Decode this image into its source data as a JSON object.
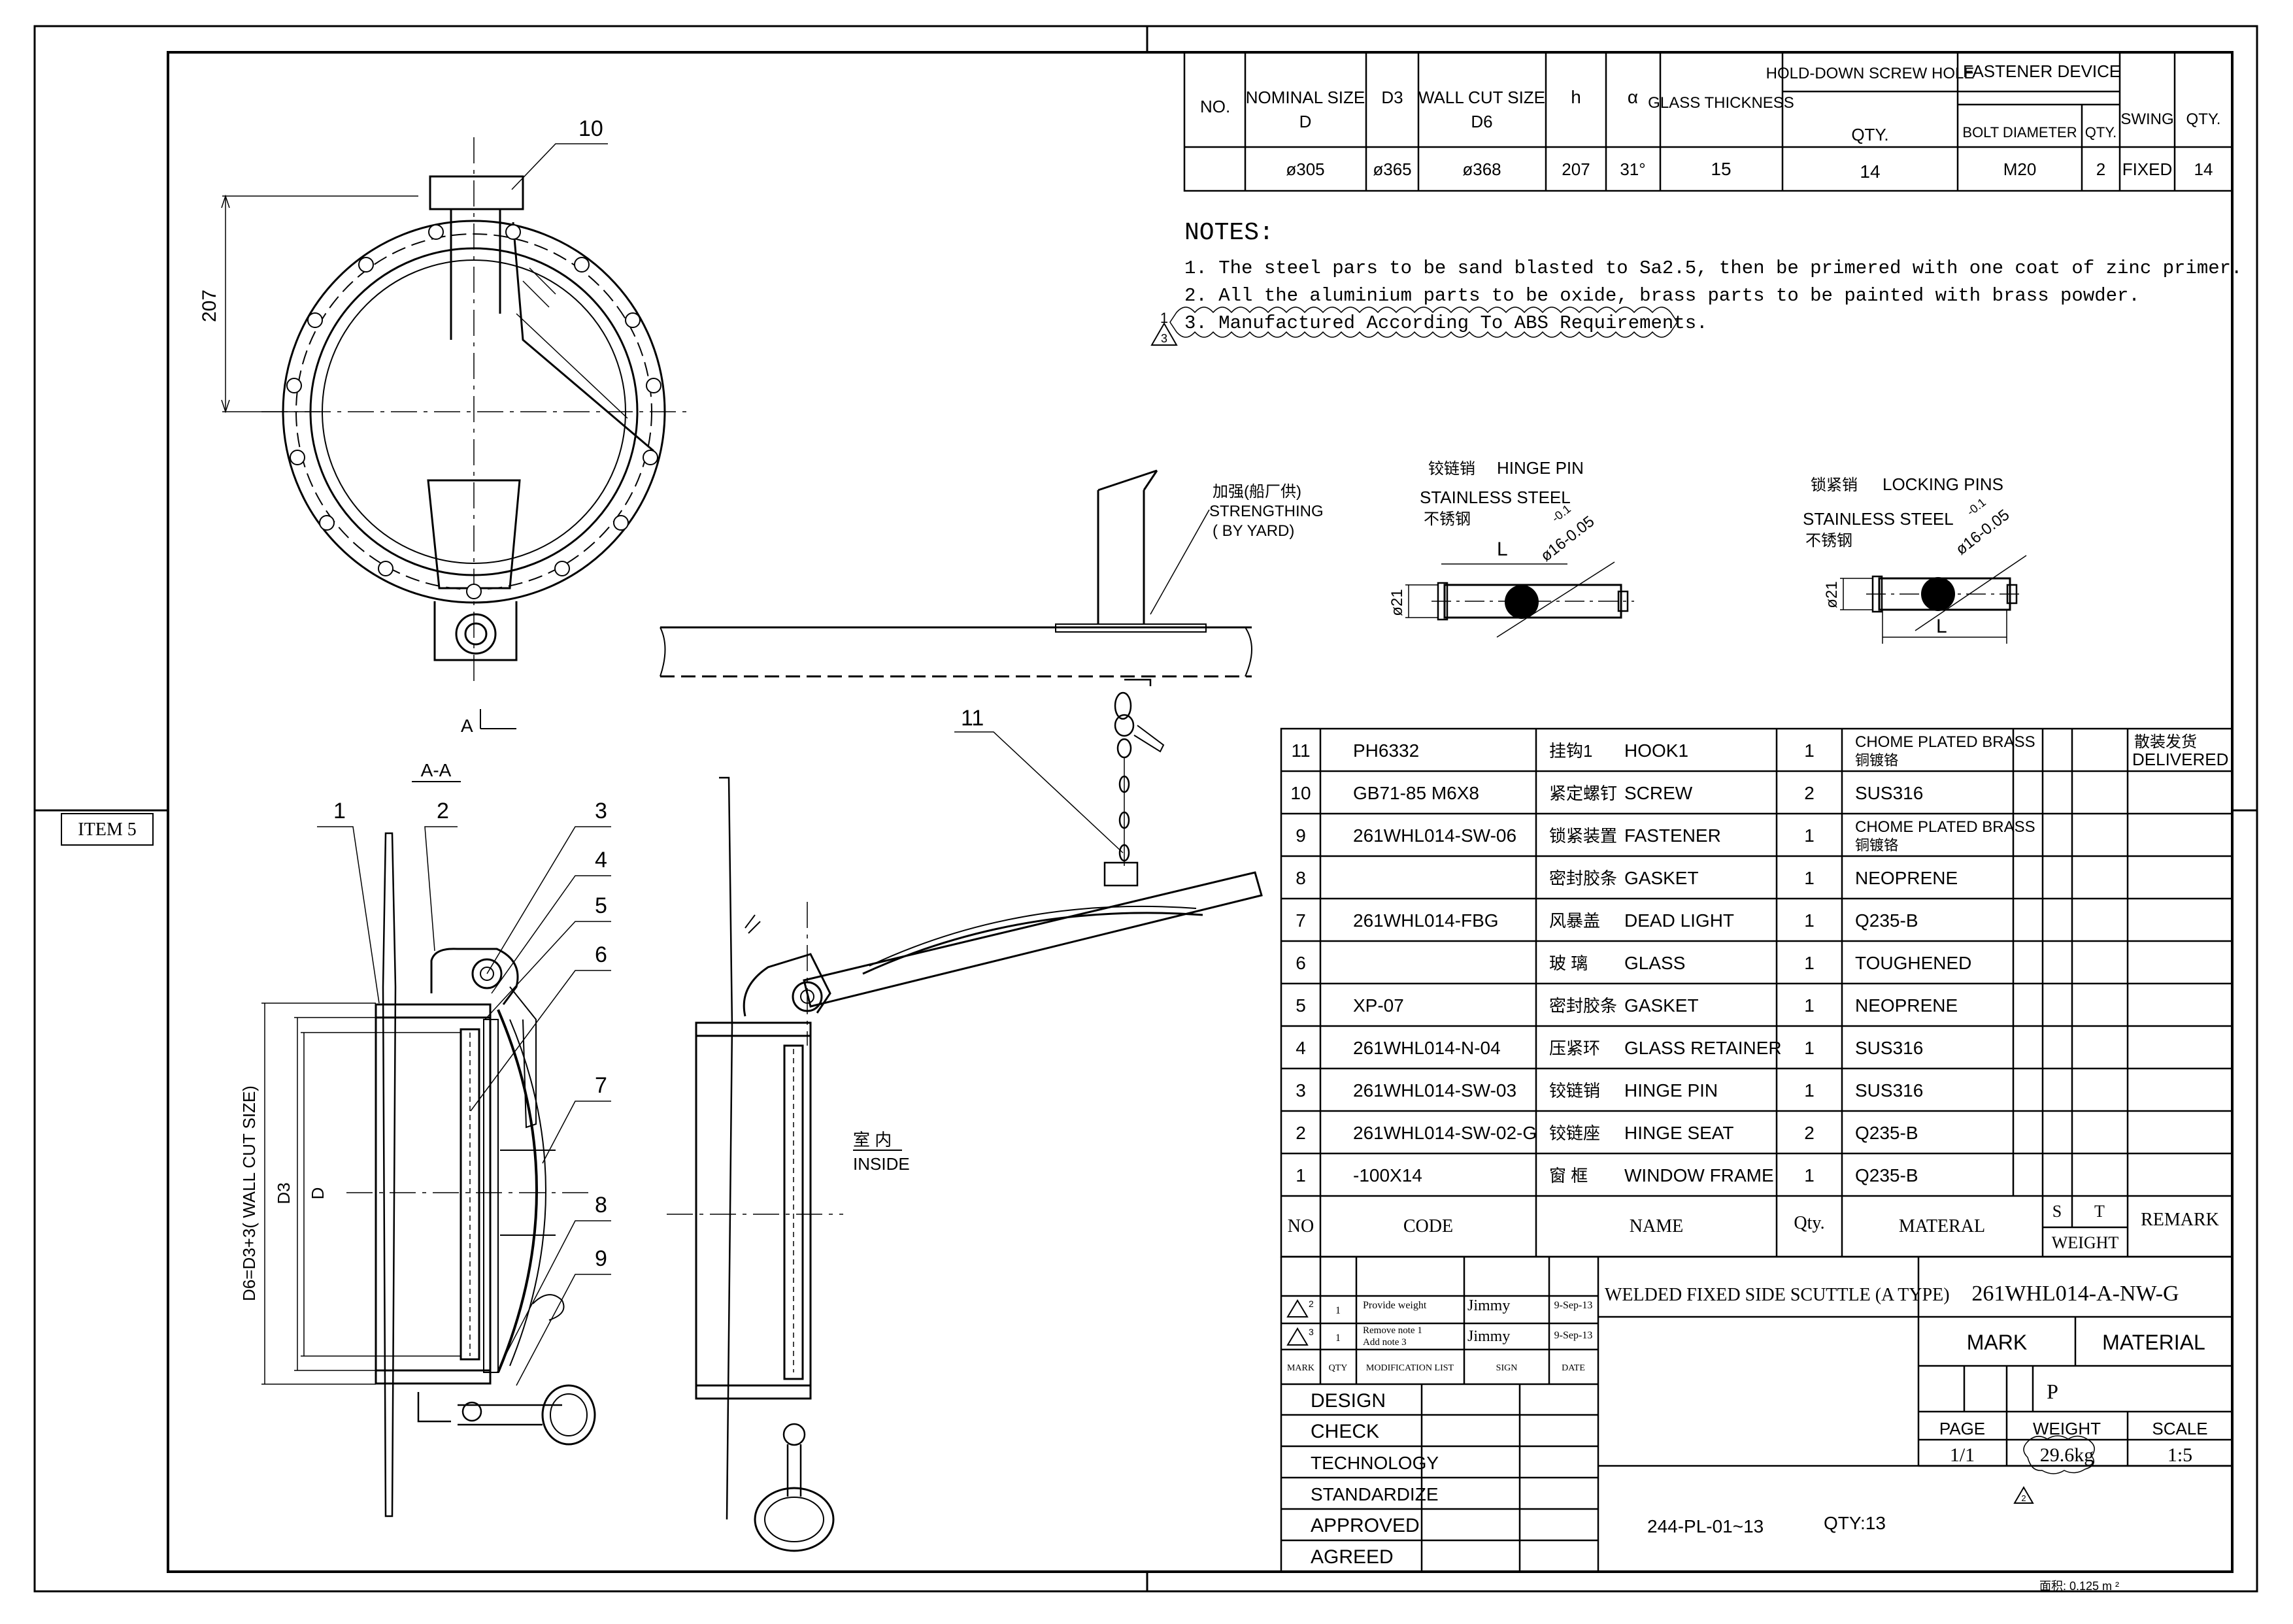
{
  "item_label": "ITEM 5",
  "spec_table": {
    "headers": {
      "no": "NO.",
      "nominal": [
        "NOMINAL SIZE",
        "D"
      ],
      "d3": "D3",
      "wallcut": [
        "WALL CUT SIZE",
        "D6"
      ],
      "h": "h",
      "alpha": "α",
      "glass": "GLASS THICKNESS",
      "holddown": "HOLD-DOWN SCREW HOLE",
      "holddown_qty": "QTY.",
      "fastener": "FASTENER DEVICE",
      "bolt": "BOLT DIAMETER",
      "fqty": "QTY.",
      "swing": "SWING",
      "qty": "QTY."
    },
    "row": {
      "no": "",
      "nominal": "ø305",
      "d3": "ø365",
      "wallcut": "ø368",
      "h": "207",
      "alpha": "31°",
      "glass": "15",
      "holddown_qty": "14",
      "bolt": "M20",
      "fqty": "2",
      "swing": "FIXED",
      "qty": "14"
    }
  },
  "notes": {
    "title": "NOTES:",
    "lines": [
      "1. The steel pars to be sand blasted to Sa2.5, then be primered with one coat of zinc primer.",
      "2. All the aluminium parts to be oxide, brass parts to be painted with brass powder.",
      "3. Manufactured According To ABS Requirements."
    ],
    "rev_mark": "1",
    "rev_triangle": "3"
  },
  "front_view": {
    "callout": "10",
    "dim_207": "207",
    "section_mark": "A"
  },
  "section_view": {
    "title": "A-A",
    "callouts": [
      "1",
      "2",
      "3",
      "4",
      "5",
      "6",
      "7",
      "8",
      "9"
    ],
    "dim_outer": "D6=D3+3( WALL CUT SIZE)",
    "dim_d3": "D3",
    "dim_d": "D"
  },
  "open_view": {
    "callout": "11",
    "strengthing_cn": "加强(船厂供)",
    "strengthing": "STRENGTHING",
    "by_yard": "( BY YARD)",
    "inside_cn": "室 内",
    "inside": "INSIDE"
  },
  "hinge_pin": {
    "cn": "铰链销",
    "title": "HINGE PIN",
    "material": "STAINLESS STEEL",
    "material_cn": "不锈钢",
    "len": "L",
    "dia": "ø21",
    "tol": "ø16-0.05",
    "tol_sup": "-0.1"
  },
  "locking_pin": {
    "cn": "锁紧销",
    "title": "LOCKING PINS",
    "material": "STAINLESS STEEL",
    "material_cn": "不锈钢",
    "len": "L",
    "dia": "ø21",
    "tol": "ø16-0.05",
    "tol_sup": "-0.1"
  },
  "parts": [
    {
      "no": "11",
      "code": "PH6332",
      "cn": "挂钩1",
      "name": "HOOK1",
      "qty": "1",
      "material": "CHOME PLATED BRASS",
      "material_cn": "铜镀铬",
      "remark": "散装发货",
      "remark2": "DELIVERED"
    },
    {
      "no": "10",
      "code": "GB71-85  M6X8",
      "cn": "紧定螺钉",
      "name": "SCREW",
      "qty": "2",
      "material": "SUS316",
      "material_cn": "",
      "remark": "",
      "remark2": ""
    },
    {
      "no": "9",
      "code": "261WHL014-SW-06",
      "cn": "锁紧装置",
      "name": "FASTENER",
      "qty": "1",
      "material": "CHOME PLATED BRASS",
      "material_cn": "铜镀铬",
      "remark": "",
      "remark2": ""
    },
    {
      "no": "8",
      "code": "",
      "cn": "密封胶条",
      "name": "GASKET",
      "qty": "1",
      "material": "NEOPRENE",
      "material_cn": "",
      "remark": "",
      "remark2": ""
    },
    {
      "no": "7",
      "code": "261WHL014-FBG",
      "cn": "风暴盖",
      "name": "DEAD LIGHT",
      "qty": "1",
      "material": "Q235-B",
      "material_cn": "",
      "remark": "",
      "remark2": ""
    },
    {
      "no": "6",
      "code": "",
      "cn": "玻 璃",
      "name": "GLASS",
      "qty": "1",
      "material": "TOUGHENED",
      "material_cn": "",
      "remark": "",
      "remark2": ""
    },
    {
      "no": "5",
      "code": "XP-07",
      "cn": "密封胶条",
      "name": "GASKET",
      "qty": "1",
      "material": "NEOPRENE",
      "material_cn": "",
      "remark": "",
      "remark2": ""
    },
    {
      "no": "4",
      "code": "261WHL014-N-04",
      "cn": "压紧环",
      "name": "GLASS RETAINER",
      "qty": "1",
      "material": "SUS316",
      "material_cn": "",
      "remark": "",
      "remark2": ""
    },
    {
      "no": "3",
      "code": "261WHL014-SW-03",
      "cn": "铰链销",
      "name": "HINGE PIN",
      "qty": "1",
      "material": "SUS316",
      "material_cn": "",
      "remark": "",
      "remark2": ""
    },
    {
      "no": "2",
      "code": "261WHL014-SW-02-G",
      "cn": "铰链座",
      "name": "HINGE SEAT",
      "qty": "2",
      "material": "Q235-B",
      "material_cn": "",
      "remark": "",
      "remark2": ""
    },
    {
      "no": "1",
      "code": "-100X14",
      "cn": "窗 框",
      "name": "WINDOW FRAME",
      "qty": "1",
      "material": "Q235-B",
      "material_cn": "",
      "remark": "",
      "remark2": ""
    }
  ],
  "parts_header": {
    "no": "NO",
    "code": "CODE",
    "name": "NAME",
    "qty": "Qty.",
    "material": "MATERAL",
    "s": "S",
    "t": "T",
    "weight": "WEIGHT",
    "remark": "REMARK"
  },
  "revisions": [
    {
      "mark": "2",
      "qty": "1",
      "desc": "Provide weight",
      "desc2": "",
      "sign": "Jimmy",
      "date": "9-Sep-13"
    },
    {
      "mark": "3",
      "qty": "1",
      "desc": "Remove note 1",
      "desc2": "Add  note 3",
      "sign": "Jimmy",
      "date": "9-Sep-13"
    }
  ],
  "rev_header": {
    "mark": "MARK",
    "qty": "QTY",
    "mod": "MODIFICATION LIST",
    "sign": "SIGN",
    "date": "DATE"
  },
  "title_block": {
    "title": "WELDED FIXED SIDE SCUTTLE (A TYPE)",
    "drawing_no": "261WHL014-A-NW-G",
    "mark": "MARK",
    "material": "MATERIAL",
    "p": "P",
    "page_label": "PAGE",
    "weight_label": "WEIGHT",
    "scale_label": "SCALE",
    "page": "1/1",
    "weight": "29.6kg",
    "scale": "1:5",
    "weight_rev": "2",
    "project": "244-PL-01~13",
    "qty": "QTY:13",
    "roles": [
      "DESIGN",
      "CHECK",
      "TECHNOLOGY",
      "STANDARDIZE",
      "APPROVED",
      "AGREED"
    ],
    "area": "面积: 0.125 m ²"
  }
}
